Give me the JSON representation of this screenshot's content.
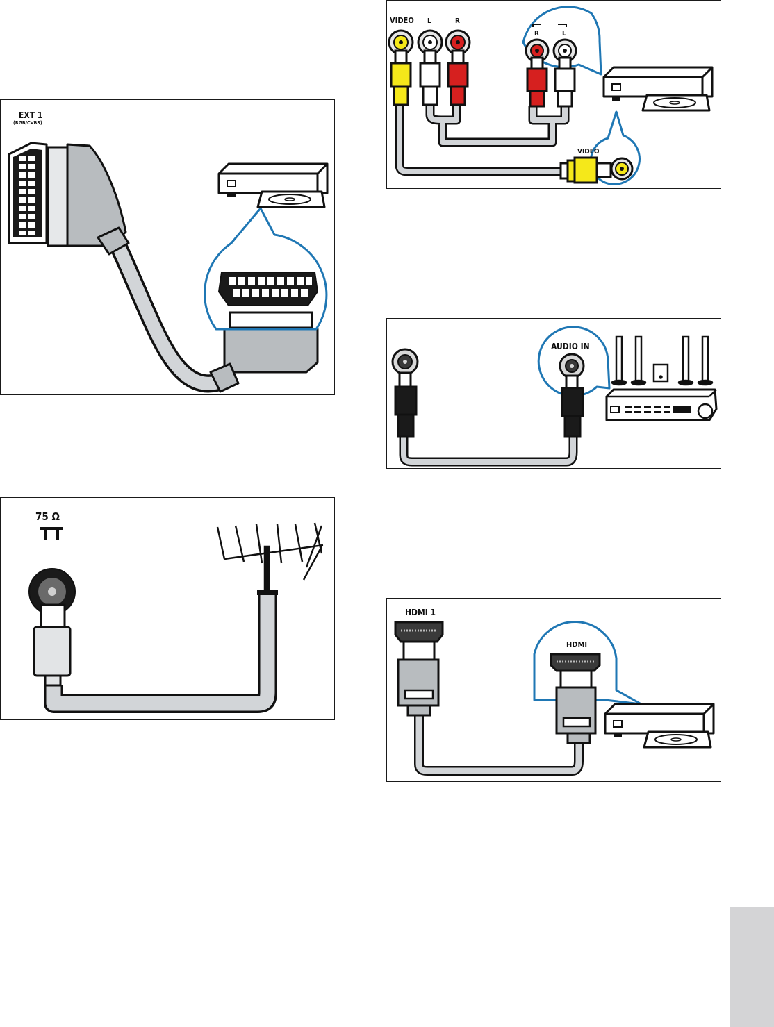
{
  "colors": {
    "accent": "#1f77b4",
    "yellow": "#f5e81a",
    "red": "#d6201f",
    "cable": "#d2d5d8",
    "plug": "#b8bcbf",
    "page_tab": "#d4d4d6"
  },
  "panel_scart": {
    "jack_label": "EXT 1",
    "jack_sublabel": "(RGB/CVBS)",
    "icons": [
      "scart-socket-icon",
      "scart-plug-icon",
      "dvd-player-icon",
      "magnify-callout-icon"
    ]
  },
  "panel_antenna": {
    "jack_label": "75 Ω",
    "icons": [
      "coax-socket-icon",
      "coax-plug-icon",
      "antenna-icon"
    ]
  },
  "panel_composite": {
    "tv_labels": [
      "VIDEO",
      "L",
      "R"
    ],
    "device_labels": [
      "R",
      "L"
    ],
    "device_video_label": "VIDEO",
    "icons": [
      "rca-jack-icon",
      "rca-plug-icon",
      "dvd-player-icon"
    ]
  },
  "panel_audio": {
    "device_label": "AUDIO IN",
    "icons": [
      "rca-jack-icon",
      "home-theater-icon",
      "speaker-icon"
    ]
  },
  "panel_hdmi": {
    "tv_label": "HDMI 1",
    "device_label": "HDMI",
    "icons": [
      "hdmi-plug-icon",
      "dvd-player-icon"
    ]
  }
}
